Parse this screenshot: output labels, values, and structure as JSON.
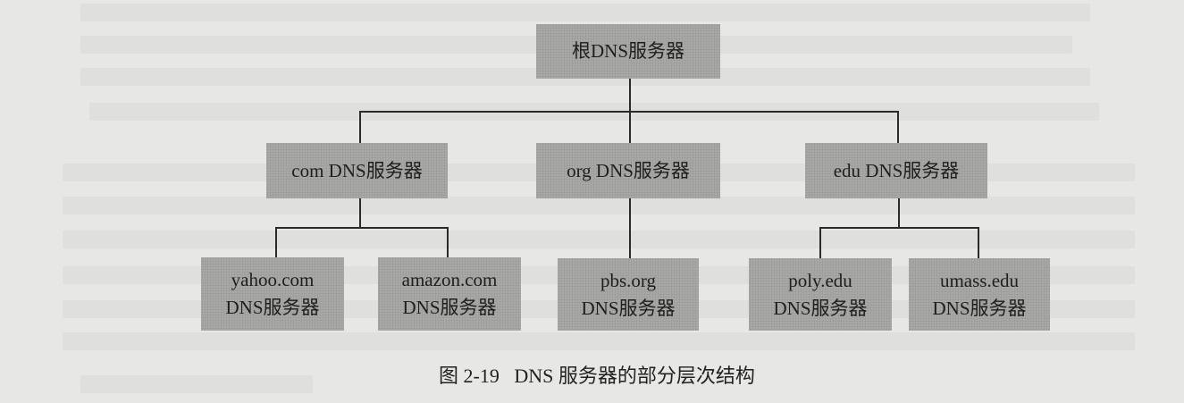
{
  "diagram": {
    "root": {
      "label": "根DNS服务器"
    },
    "tld": [
      {
        "label": "com DNS服务器"
      },
      {
        "label": "org DNS服务器"
      },
      {
        "label": "edu DNS服务器"
      }
    ],
    "authoritative": [
      {
        "line1": "yahoo.com",
        "line2": "DNS服务器"
      },
      {
        "line1": "amazon.com",
        "line2": "DNS服务器"
      },
      {
        "line1": "pbs.org",
        "line2": "DNS服务器"
      },
      {
        "line1": "poly.edu",
        "line2": "DNS服务器"
      },
      {
        "line1": "umass.edu",
        "line2": "DNS服务器"
      }
    ],
    "caption": "图 2-19   DNS 服务器的部分层次结构",
    "box_color": "#a8a8a6",
    "background_color": "#e7e7e5"
  }
}
